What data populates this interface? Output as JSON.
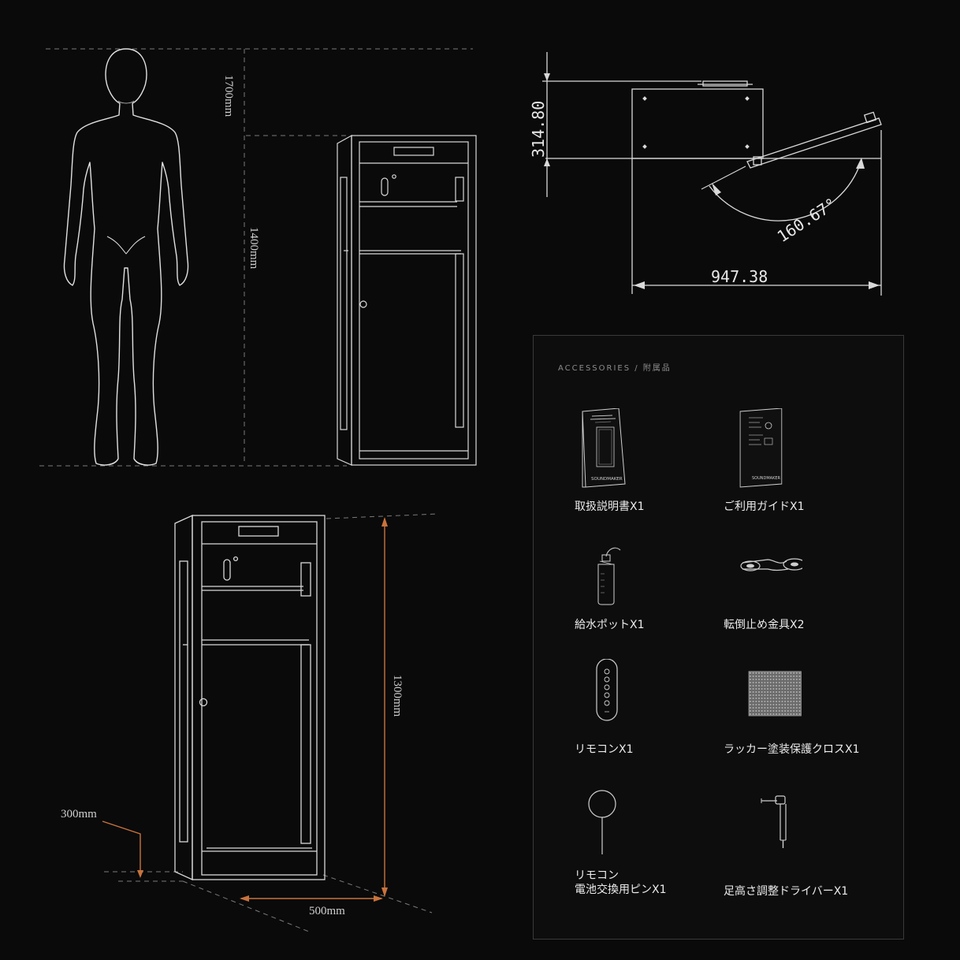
{
  "dimensions": {
    "person_height": "1700mm",
    "cabinet_height_top": "1400mm",
    "cabinet_height_iso": "1300mm",
    "cabinet_depth": "300mm",
    "cabinet_width": "500mm",
    "door_swing_height": "314.80",
    "door_swing_width": "947.38",
    "door_angle": "160.67°"
  },
  "accessories": {
    "header": "ACCESSORIES / 附属品",
    "manual_cover_title": "SOUNDMAKER",
    "items": [
      {
        "label": "取扱説明書X1",
        "icon": "manual-icon"
      },
      {
        "label": "ご利用ガイドX1",
        "icon": "guide-icon"
      },
      {
        "label": "給水ポットX1",
        "icon": "water-bottle-icon"
      },
      {
        "label": "転倒止め金具X2",
        "icon": "anti-tip-bracket-icon"
      },
      {
        "label": "リモコンX1",
        "icon": "remote-control-icon"
      },
      {
        "label": "ラッカー塗装保護クロスX1",
        "icon": "protective-cloth-icon"
      },
      {
        "label": "リモコン\n電池交換用ピンX1",
        "icon": "battery-pin-icon"
      },
      {
        "label": "足高さ調整ドライバーX1",
        "icon": "hex-driver-icon"
      }
    ]
  },
  "colors": {
    "background": "#0a0a0a",
    "line": "#d9d9d9",
    "dashed": "#7a7a7a",
    "accent_orange": "#c8733c"
  }
}
